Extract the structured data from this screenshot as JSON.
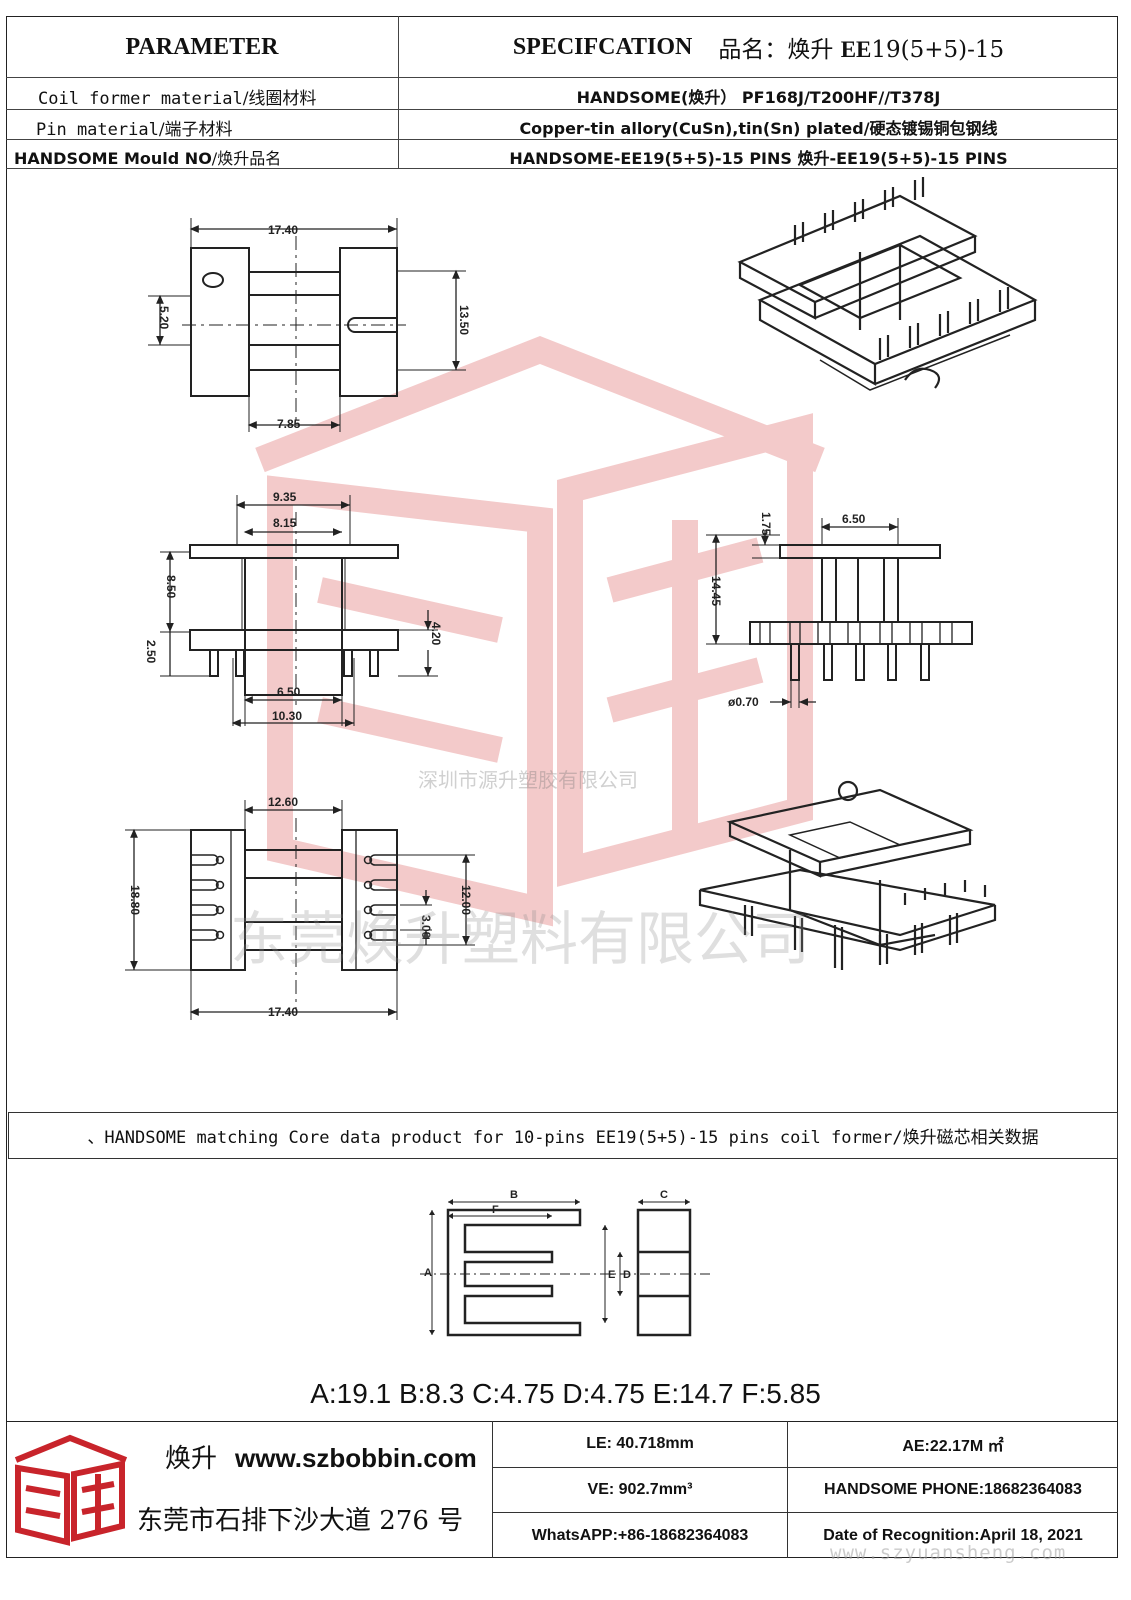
{
  "header": {
    "parameter": "PARAMETER",
    "specification": "SPECIFCATION",
    "product_name_label": "品名：焕升",
    "product_model_prefix": "EE",
    "product_model": "19(5+5)-15"
  },
  "params": [
    {
      "label_en": "Coil former material",
      "label_cn": "/线圈材料",
      "value": "HANDSOME(焕升）   PF168J/T200HF//T378J"
    },
    {
      "label_en": "Pin material",
      "label_cn": "/端子材料",
      "value": "Copper-tin allory(CuSn),tin(Sn) plated/硬态镀锡铜包钢线"
    },
    {
      "label_en": "HANDSOME Mould NO",
      "label_cn": "/焕升品名",
      "value": "HANDSOME-EE19(5+5)-15 PINS     焕升-EE19(5+5)-15 PINS"
    }
  ],
  "dimensions": {
    "top_width": "17.40",
    "top_height": "13.50",
    "top_slot": "5.20",
    "top_bottom": "7.85",
    "front_w1": "9.35",
    "front_w2": "8.15",
    "front_h1": "8.50",
    "front_h2": "2.50",
    "front_h3": "4.20",
    "front_b1": "6.50",
    "front_b2": "10.30",
    "side_h1": "1.75",
    "side_w": "6.50",
    "side_h2": "14.45",
    "side_pin": "ø0.70",
    "bot_top": "12.60",
    "bot_h": "18.80",
    "bot_h2": "12.00",
    "bot_pitch": "3.00",
    "bot_bottom": "17.40"
  },
  "watermark": {
    "company_small": "深圳市源升塑胶有限公司",
    "company_large": "东莞焕升塑料有限公司",
    "url": "www.szyuansheng.com"
  },
  "caption": "、HANDSOME matching Core data  product for 10-pins EE19(5+5)-15 pins coil former/焕升磁芯相关数据",
  "core_labels": {
    "a": "A",
    "b": "B",
    "c": "C",
    "d": "D",
    "e": "E",
    "f": "F"
  },
  "core_data": "A:19.1 B:8.3 C:4.75 D:4.75 E:14.7 F:5.85",
  "footer": {
    "brand_cn": "焕升",
    "website": "www.szbobbin.com",
    "address": "东莞市石排下沙大道 276 号",
    "le": "LE: 40.718mm",
    "ae": "AE:22.17M ㎡",
    "ve": "VE: 902.7mm³",
    "phone": "HANDSOME PHONE:18682364083",
    "whatsapp": "WhatsAPP:+86-18682364083",
    "date": "Date of Recognition:April 18, 2021"
  },
  "colors": {
    "logo_red": "#c8242b",
    "watermark_red": "#f2c6c6"
  }
}
